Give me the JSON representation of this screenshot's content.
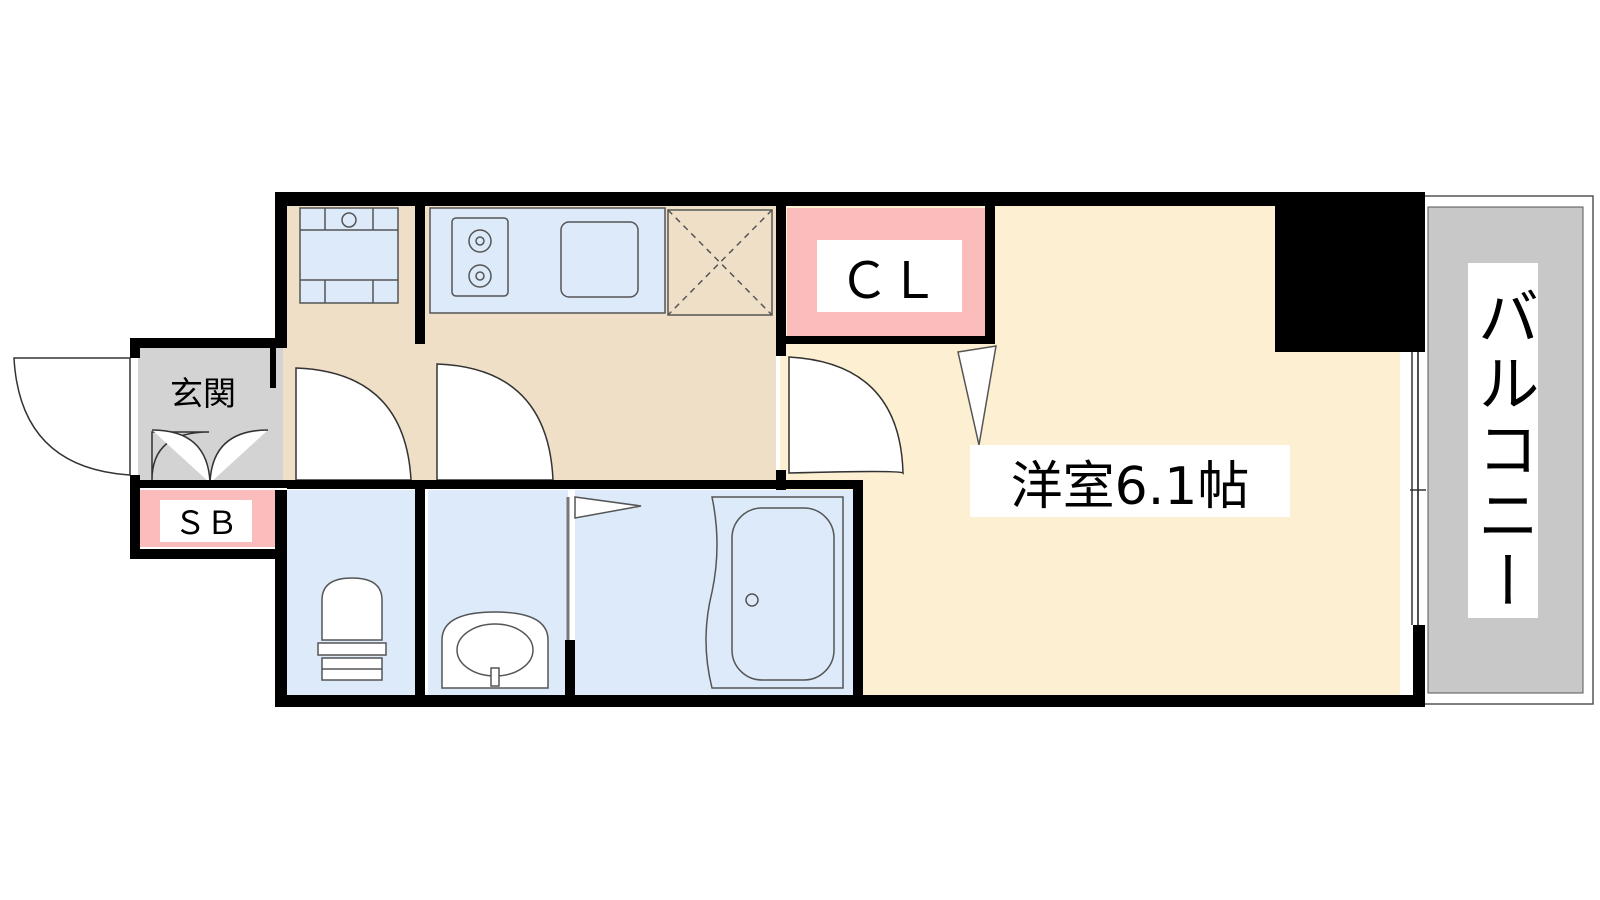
{
  "floorplan": {
    "rooms": {
      "entrance": "玄関",
      "shoe_box": "ＳＢ",
      "closet": "ＣＬ",
      "western_room": "洋室6.1帖",
      "balcony": "バルコニー"
    },
    "colors": {
      "wall": "#000000",
      "western_room": "#fdf0d2",
      "kitchen_floor": "#efdfc6",
      "wet_area": "#dceaf9",
      "storage": "#fbbcbc",
      "entrance_floor": "#d3d3d3",
      "balcony": "#c8c8c8",
      "label_background": "#ffffff"
    }
  }
}
